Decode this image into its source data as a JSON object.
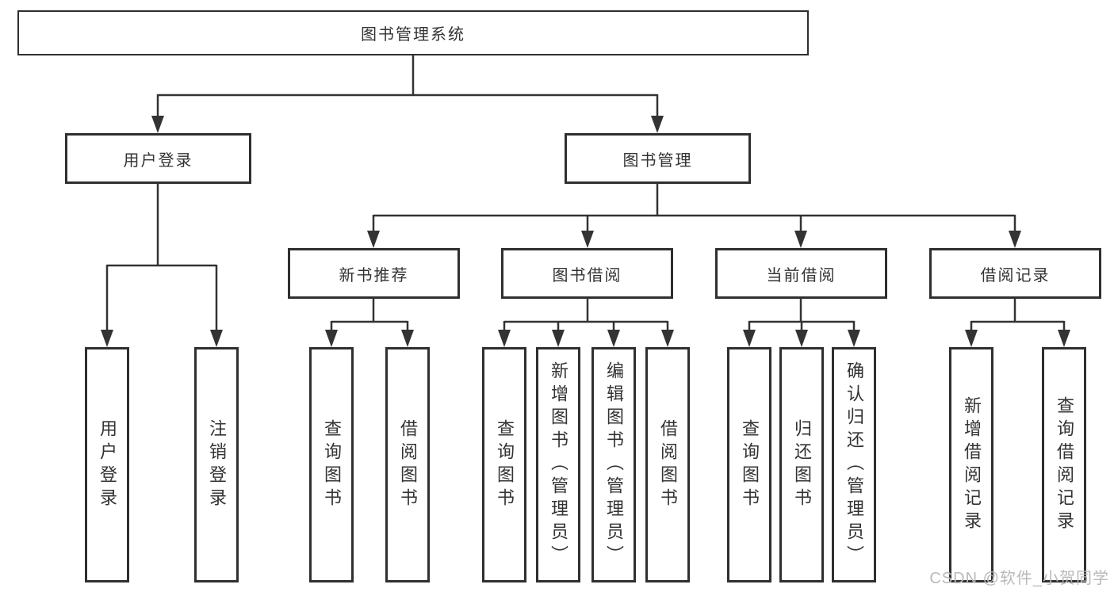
{
  "tree": {
    "root": {
      "label": "图书管理系统"
    },
    "branches": [
      {
        "label": "用户登录"
      },
      {
        "label": "图书管理"
      }
    ],
    "modules": [
      {
        "label": "新书推荐"
      },
      {
        "label": "图书借阅"
      },
      {
        "label": "当前借阅"
      },
      {
        "label": "借阅记录"
      }
    ],
    "functions": [
      {
        "label": "用户登录"
      },
      {
        "label": "注销登录"
      },
      {
        "label": "查询图书"
      },
      {
        "label": "借阅图书"
      },
      {
        "label": "查询图书"
      },
      {
        "label": "新增图书（管理员）"
      },
      {
        "label": "编辑图书（管理员）"
      },
      {
        "label": "借阅图书"
      },
      {
        "label": "查询图书"
      },
      {
        "label": "归还图书"
      },
      {
        "label": "确认归还（管理员）"
      },
      {
        "label": "新增借阅记录"
      },
      {
        "label": "查询借阅记录"
      }
    ]
  },
  "watermark": {
    "text": "CSDN @软件_小贺同学",
    "color": "#b9b9b9"
  },
  "colors": {
    "line": "#333333",
    "box_border": "#2f2f2f",
    "box_fill": "#ffffff",
    "text": "#333333",
    "background": "#ffffff"
  }
}
